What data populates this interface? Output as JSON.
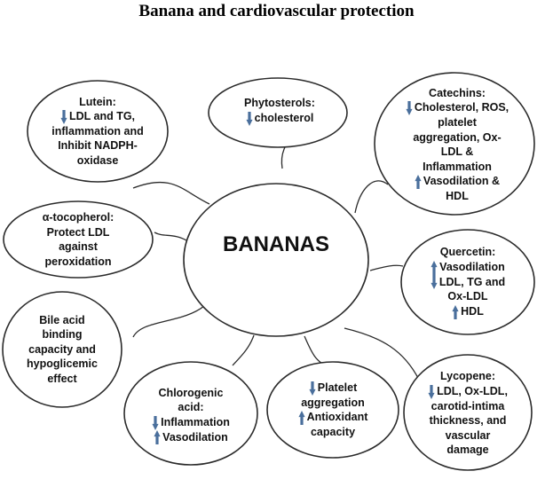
{
  "title": "Banana and cardiovascular protection",
  "center": "BANANAS",
  "arrow_color": "#4a6f9c",
  "nodes": {
    "lutein": {
      "l1": "Lutein:",
      "l2": "LDL and TG,",
      "l3": "inflammation and",
      "l4": "Inhibit NADPH-",
      "l5": "oxidase"
    },
    "phytosterols": {
      "l1": "Phytosterols:",
      "l2": "cholesterol"
    },
    "catechins": {
      "l1": "Catechins:",
      "l2": "Cholesterol, ROS,",
      "l3": "platelet",
      "l4": "aggregation, Ox-",
      "l5": "LDL &",
      "l6": "Inflammation",
      "l7": "Vasodilation &",
      "l8": "HDL"
    },
    "tocopherol": {
      "l1": "α-tocopherol:",
      "l2": "Protect LDL",
      "l3": "against",
      "l4": "peroxidation"
    },
    "quercetin": {
      "l1": "Quercetin:",
      "l2": "Vasodilation",
      "l3": "LDL, TG and",
      "l4": "Ox-LDL",
      "l5": "HDL"
    },
    "bile": {
      "l1": "Bile acid",
      "l2": "binding",
      "l3": "capacity and",
      "l4": "hypoglicemic",
      "l5": "effect"
    },
    "chlorogenic": {
      "l1": "Chlorogenic",
      "l2": "acid:",
      "l3": "Inflammation",
      "l4": "Vasodilation"
    },
    "platelet": {
      "l1": "Platelet",
      "l2": "aggregation",
      "l3": "Antioxidant",
      "l4": "capacity"
    },
    "lycopene": {
      "l1": "Lycopene:",
      "l2": "LDL, Ox-LDL,",
      "l3": "carotid-intima",
      "l4": "thickness, and",
      "l5": "vascular",
      "l6": "damage"
    }
  }
}
